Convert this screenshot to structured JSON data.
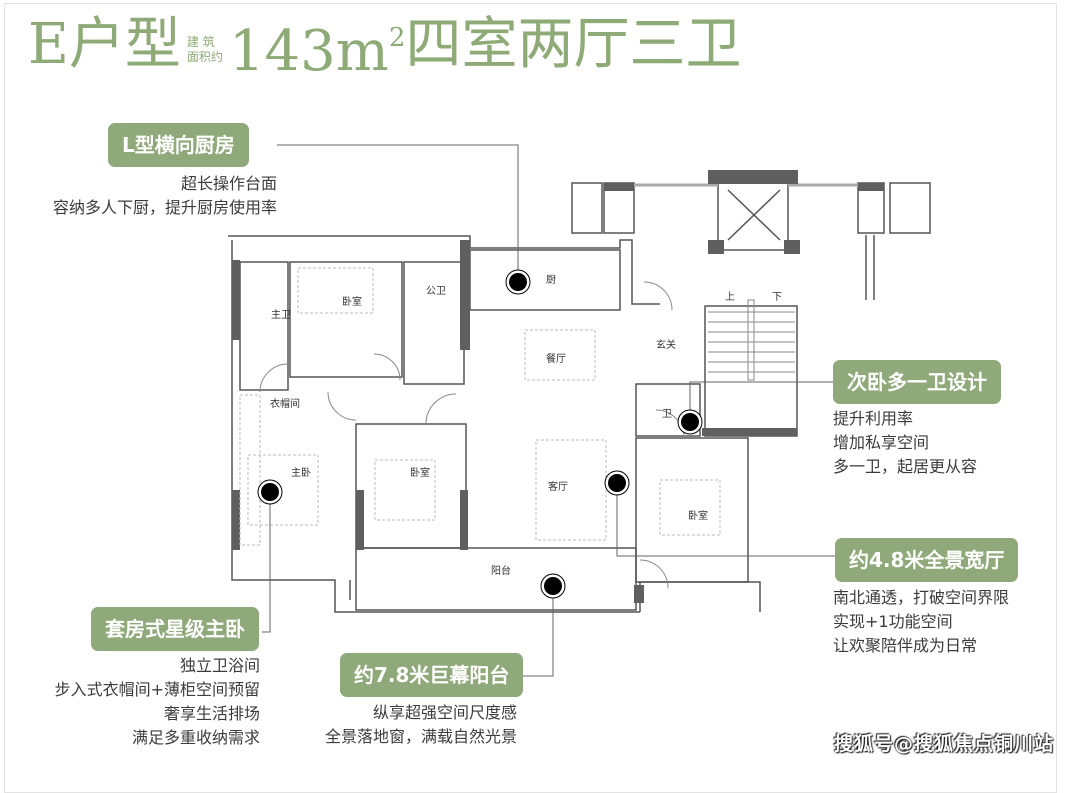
{
  "title": {
    "unit": "E户型",
    "area_note_line1": "建 筑",
    "area_note_line2": "面积约",
    "area": "143m",
    "area_sup": "2",
    "layout": "四室两厅三卫",
    "color": "#8eaa76"
  },
  "callouts": [
    {
      "id": "kitchen",
      "label": "L型横向厨房",
      "lines": [
        "超长操作台面",
        "容纳多人下厨，提升厨房使用率"
      ]
    },
    {
      "id": "second-bedroom-bath",
      "label": "次卧多一卫设计",
      "lines": [
        "提升利用率",
        "增加私享空间",
        "多一卫，起居更从容"
      ]
    },
    {
      "id": "living-room",
      "label": "约4.8米全景宽厅",
      "lines": [
        "南北通透，打破空间界限",
        "实现+1功能空间",
        "让欢聚陪伴成为日常"
      ]
    },
    {
      "id": "master-suite",
      "label": "套房式星级主卧",
      "lines": [
        "独立卫浴间",
        "步入式衣帽间+薄柜空间预留",
        "奢享生活排场",
        "满足多重收纳需求"
      ]
    },
    {
      "id": "balcony",
      "label": "约7.8米巨幕阳台",
      "lines": [
        "纵享超强空间尺度感",
        "全景落地窗，满载自然光景"
      ]
    }
  ],
  "badge_color": "#8fa97a",
  "rooms": {
    "master_bath": "主卫",
    "bedroom_north": "卧室",
    "public_bath": "公卫",
    "kitchen": "厨",
    "dining": "餐厅",
    "entry": "玄关",
    "closet": "衣帽间",
    "master_bedroom": "主卧",
    "bedroom_middle": "卧室",
    "living": "客厅",
    "bath_small": "卫",
    "bedroom_east": "卧室",
    "balcony": "阳台",
    "stair_up": "上",
    "stair_down": "下"
  },
  "watermark": "搜狐号@搜狐焦点铜川站"
}
